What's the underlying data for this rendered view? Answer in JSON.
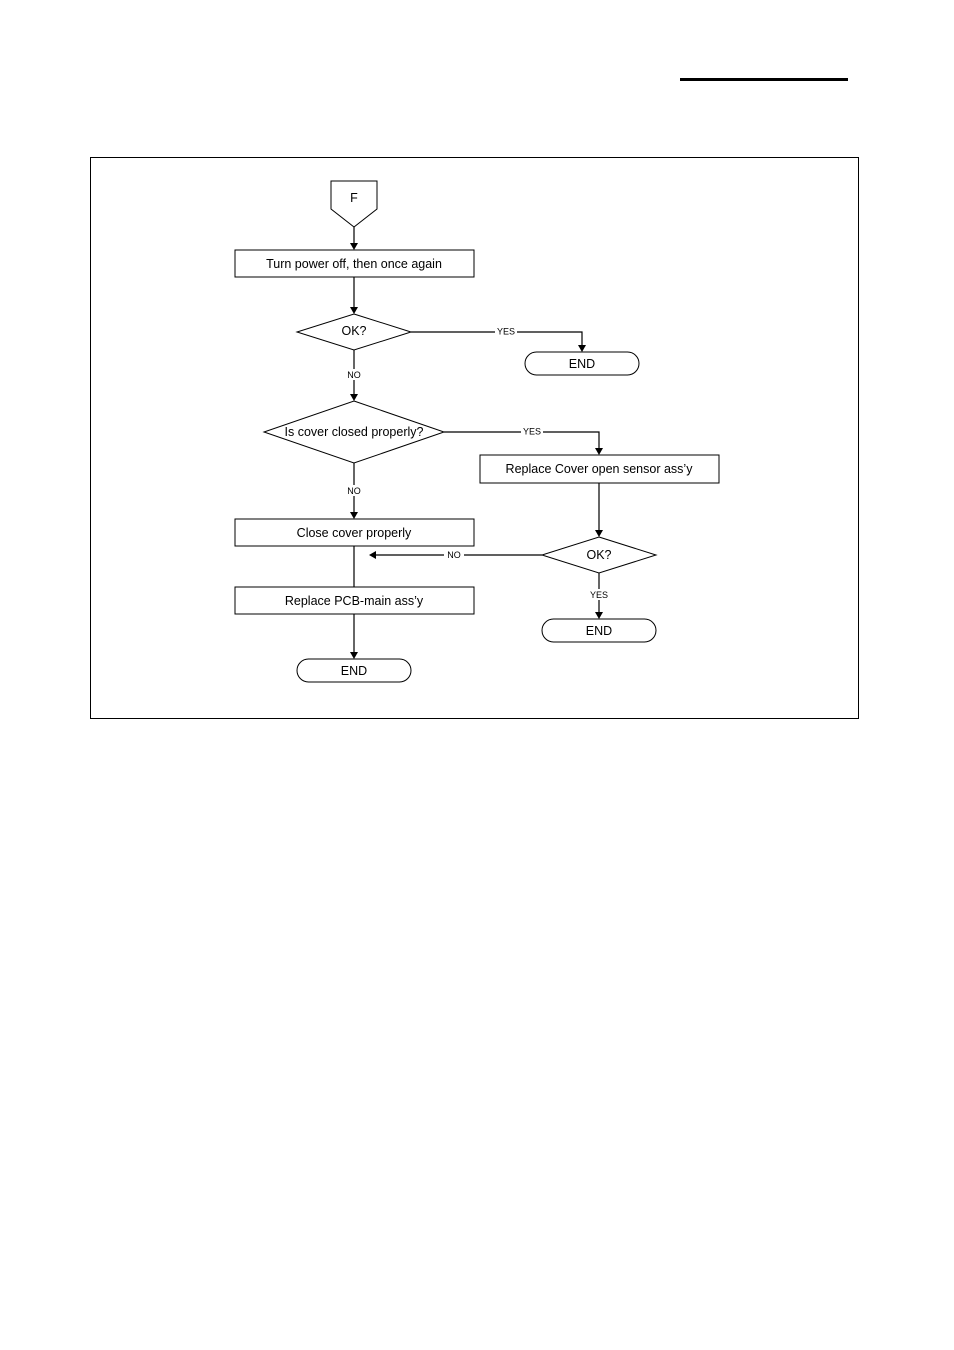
{
  "nodes": {
    "connector_f": "F",
    "turn_power_off": "Turn power off, then once again",
    "ok_1": "OK?",
    "end_1": "END",
    "cover_closed_q": "Is cover closed properly?",
    "replace_cover_sensor": "Replace Cover open sensor ass’y",
    "close_cover": "Close cover properly",
    "ok_2": "OK?",
    "end_2": "END",
    "replace_pcb_main": "Replace PCB-main ass’y",
    "end_3": "END"
  },
  "edges": {
    "ok1_yes": "YES",
    "ok1_no": "NO",
    "cover_yes": "YES",
    "cover_no": "NO",
    "ok2_no": "NO",
    "ok2_yes": "YES"
  }
}
